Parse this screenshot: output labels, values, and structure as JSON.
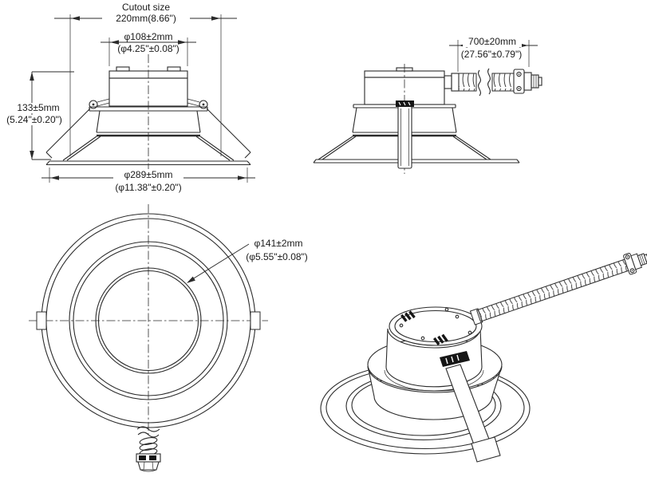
{
  "colors": {
    "line": "#2b2b2b",
    "text": "#1a1a1a",
    "dark_fill": "#161616",
    "background": "#ffffff"
  },
  "side_view": {
    "cutout_label": "Cutout size",
    "cutout_value": "220mm(8.66\")",
    "aperture_mm": "φ108±2mm",
    "aperture_in": "(φ4.25\"±0.08\")",
    "height_mm": "133±5mm",
    "height_in": "(5.24\"±0.20\")",
    "flange_mm": "φ289±5mm",
    "flange_in": "(φ11.38\"±0.20\")"
  },
  "conduit_view": {
    "length_mm": "700±20mm",
    "length_in": "(27.56\"±0.79\")"
  },
  "bottom_view": {
    "lens_mm": "φ141±2mm",
    "lens_in": "(φ5.55\"±0.08\")"
  }
}
